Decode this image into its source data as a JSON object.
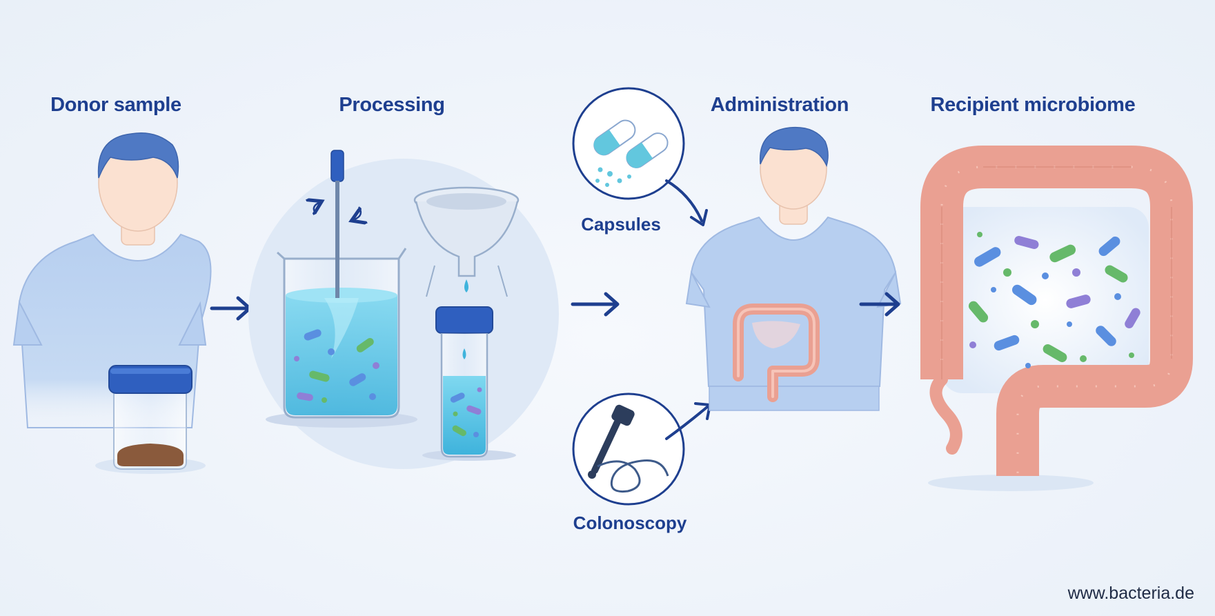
{
  "steps": {
    "donor": {
      "title": "Donor sample"
    },
    "processing": {
      "title": "Processing"
    },
    "administration": {
      "title": "Administration",
      "routes": {
        "capsules": "Capsules",
        "colonoscopy": "Colonoscopy"
      }
    },
    "recipient": {
      "title": "Recipient microbiome"
    }
  },
  "footer": {
    "url": "www.bacteria.de"
  },
  "colors": {
    "title_text": "#1e3f8f",
    "arrow": "#1e3f8f",
    "shirt": "#b7cff0",
    "skin": "#fbe1d1",
    "hair": "#4f79c4",
    "colon": "#eaa092",
    "liquid": "#5cc6e6",
    "bacteria_blue": "#5a8fe0",
    "bacteria_green": "#66b96a",
    "bacteria_purple": "#8f7fd6"
  },
  "icons": [
    "person-icon",
    "sample-jar-icon",
    "beaker-icon",
    "stirrer-icon",
    "funnel-icon",
    "vial-icon",
    "capsule-icon",
    "colonoscope-icon",
    "colon-icon",
    "bacteria-icon",
    "arrow-right-icon"
  ]
}
